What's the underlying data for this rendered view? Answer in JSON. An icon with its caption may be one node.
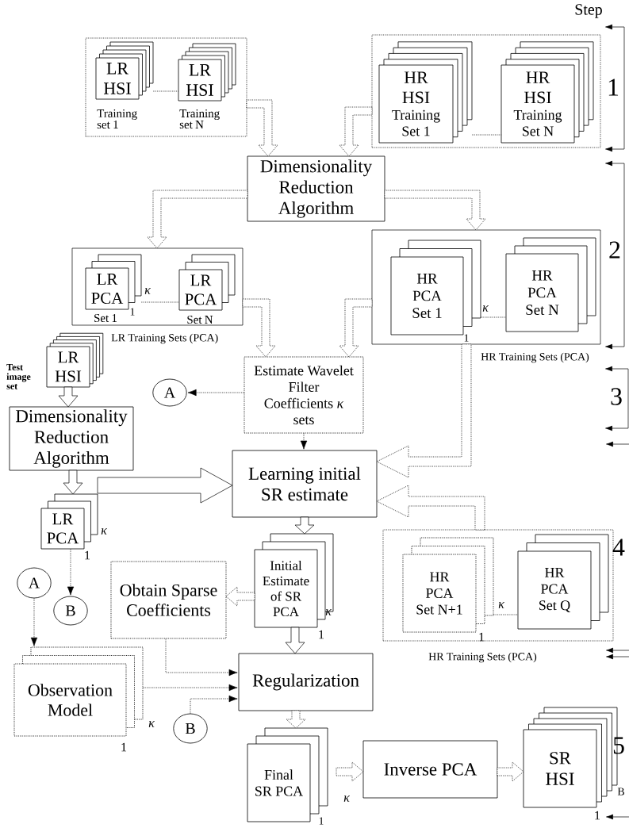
{
  "diagram": {
    "nodes": [
      {
        "text": [],
        "shape": "box"
      },
      {
        "text": [
          "LR HSI"
        ],
        "beside": [
          "Training set 1"
        ],
        "in": 0
      },
      {
        "text": [
          "LR HSI"
        ],
        "beside": [
          "Training set N"
        ],
        "in": 0
      },
      {
        "text": [],
        "shape": "box"
      },
      {
        "text": [
          "HR HSI",
          "Training Set 1"
        ],
        "in": 3
      },
      {
        "text": [
          "HR HSI",
          "Training Set N"
        ],
        "in": 3
      },
      {
        "text": [
          "Dimensionality Reduction Algorithm"
        ]
      },
      {
        "text": [],
        "shape": "box",
        "beside": [
          "LR Training Sets (PCA)"
        ]
      },
      {
        "text": [
          "LR PCA"
        ],
        "beside": [
          "Set 1"
        ],
        "in": 7
      },
      {
        "text": [
          "LR PCA"
        ],
        "beside": [
          "Set N"
        ],
        "in": 7
      },
      {
        "text": [],
        "shape": "box",
        "beside": [
          "HR Training Sets (PCA)"
        ]
      },
      {
        "text": [
          "HR PCA Set 1"
        ],
        "in": 10
      },
      {
        "text": [
          "HR PCA Set N"
        ],
        "in": 10
      },
      {
        "text": [
          "LR HSI"
        ],
        "beside": [
          "Test image set"
        ]
      },
      {
        "text": [
          "Estimate Wavelet Filter Coefficients *κ* sets"
        ]
      },
      {
        "text": [
          "A"
        ]
      },
      {
        "text": [
          "Dimensionality Reduction Algorithm"
        ]
      },
      {
        "text": [
          "Learning initial SR estimate"
        ]
      },
      {
        "text": [
          "LR PCA"
        ]
      },
      {
        "text": [],
        "shape": "box",
        "beside": [
          "HR Training Sets (PCA)"
        ]
      },
      {
        "text": [
          "HR PCA Set N+1"
        ],
        "in": 19
      },
      {
        "text": [
          "HR PCA Set Q"
        ],
        "in": 19
      },
      {
        "text": [
          "Initial Estimate of SR PCA"
        ]
      },
      {
        "text": [
          "Obtain Sparse Coefficients"
        ]
      },
      {
        "text": [
          "A"
        ]
      },
      {
        "text": [
          "B"
        ]
      },
      {
        "text": [
          "Observation Model"
        ]
      },
      {
        "text": [
          "Regularization"
        ]
      },
      {
        "text": [
          "B"
        ]
      },
      {
        "text": [
          "Final SR PCA"
        ]
      },
      {
        "text": [
          "Inverse PCA"
        ]
      },
      {
        "text": [
          "SR HSI"
        ]
      }
    ],
    "edges": [
      {
        "from": 0,
        "to": 6,
        "arrow": "to",
        "style": "dashed"
      },
      {
        "from": 3,
        "to": 6,
        "arrow": "to",
        "style": "dashed"
      },
      {
        "from": 6,
        "to": 7,
        "arrow": "to",
        "style": "dashed"
      },
      {
        "from": 6,
        "to": 10,
        "arrow": "to",
        "style": "dashed"
      },
      {
        "from": 7,
        "to": 14,
        "arrow": "to",
        "style": "dashed"
      },
      {
        "from": 10,
        "to": 14,
        "arrow": "to",
        "style": "dashed"
      },
      {
        "from": 14,
        "to": 15,
        "arrow": "to",
        "style": "dashed"
      },
      {
        "from": 14,
        "to": 17,
        "arrow": "to",
        "style": "dashed"
      },
      {
        "from": 10,
        "to": 17,
        "arrow": "to",
        "style": "dashed"
      },
      {
        "from": 19,
        "to": 17,
        "arrow": "to",
        "style": "dashed"
      },
      {
        "from": 13,
        "to": 16,
        "arrow": "to"
      },
      {
        "from": 16,
        "to": 18,
        "arrow": "to"
      },
      {
        "from": 18,
        "to": 17,
        "arrow": "to",
        "style": "thick"
      },
      {
        "from": 17,
        "to": 22,
        "arrow": "to"
      },
      {
        "from": 18,
        "to": 25,
        "arrow": "to",
        "style": "dashed"
      },
      {
        "from": 22,
        "to": 23,
        "arrow": "to",
        "style": "dashed"
      },
      {
        "from": 24,
        "to": 26,
        "arrow": "to",
        "style": "dashed"
      },
      {
        "from": 23,
        "to": 27,
        "arrow": "to",
        "style": "dashed"
      },
      {
        "from": 26,
        "to": 27,
        "arrow": "to",
        "style": "dashed"
      },
      {
        "from": 28,
        "to": 27,
        "arrow": "to",
        "style": "dashed"
      },
      {
        "from": 22,
        "to": 27,
        "arrow": "to"
      },
      {
        "from": 27,
        "to": 29,
        "arrow": "to",
        "style": "dashed"
      },
      {
        "from": 29,
        "to": 30,
        "arrow": "to",
        "style": "dashed"
      },
      {
        "from": 30,
        "to": 31,
        "arrow": "to",
        "style": "dashed"
      },
      {
        "from": 1,
        "to": 2,
        "arrow": "none",
        "style": "dashed"
      },
      {
        "from": 4,
        "to": 5,
        "arrow": "none",
        "style": "dashed"
      },
      {
        "from": 8,
        "to": 9,
        "arrow": "none",
        "style": "dashed"
      },
      {
        "from": 11,
        "to": 12,
        "arrow": "none",
        "style": "dashed"
      },
      {
        "from": 20,
        "to": 21,
        "arrow": "none",
        "style": "dashed"
      }
    ],
    "labels": [
      "Step",
      "1",
      "2",
      "κ",
      "1",
      "κ",
      "1",
      "3",
      "κ",
      "1",
      "4",
      "κ",
      "1",
      "κ",
      "1",
      "κ",
      "1",
      "κ",
      "1",
      "5",
      "B",
      "1"
    ]
  }
}
